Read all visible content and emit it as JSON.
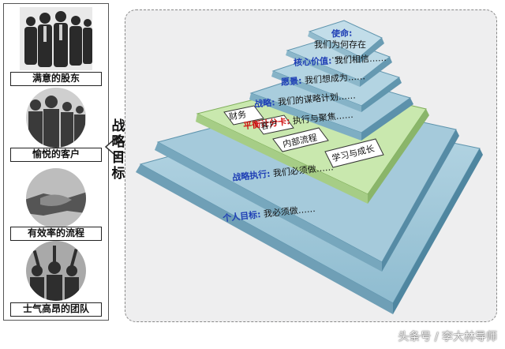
{
  "left_panel": {
    "cards": [
      {
        "caption": "满意的股东"
      },
      {
        "caption": "愉悦的客户"
      },
      {
        "caption": "有效率的流程"
      },
      {
        "caption": "士气高昂的团队"
      }
    ],
    "vertical_label": "战略目标"
  },
  "pyramid": {
    "mission": {
      "title": "使命:",
      "text": "我们为何存在"
    },
    "values": {
      "title": "核心价值:",
      "text": "我们相信……"
    },
    "vision": {
      "title": "愿景:",
      "text": "我们想成为……"
    },
    "strategy": {
      "title": "战略:",
      "text": "我们的谋略计划……"
    },
    "scorecard": {
      "title": "平衡计分卡:",
      "text": "执行与聚焦……",
      "tags": [
        "财务",
        "客户",
        "内部流程",
        "学习与成长"
      ]
    },
    "execution": {
      "title": "战略执行:",
      "text": "我们必须做……"
    },
    "personal": {
      "title": "个人目标:",
      "text": "我必须做……"
    }
  },
  "watermark": "头条号 / 李大林导师",
  "colors": {
    "tier": "#9cc3d6",
    "tier_dark": "#5e94ad",
    "scorecard": "#c5e6a8",
    "accent_blue": "#1f3fb5",
    "accent_red": "#d01010"
  }
}
